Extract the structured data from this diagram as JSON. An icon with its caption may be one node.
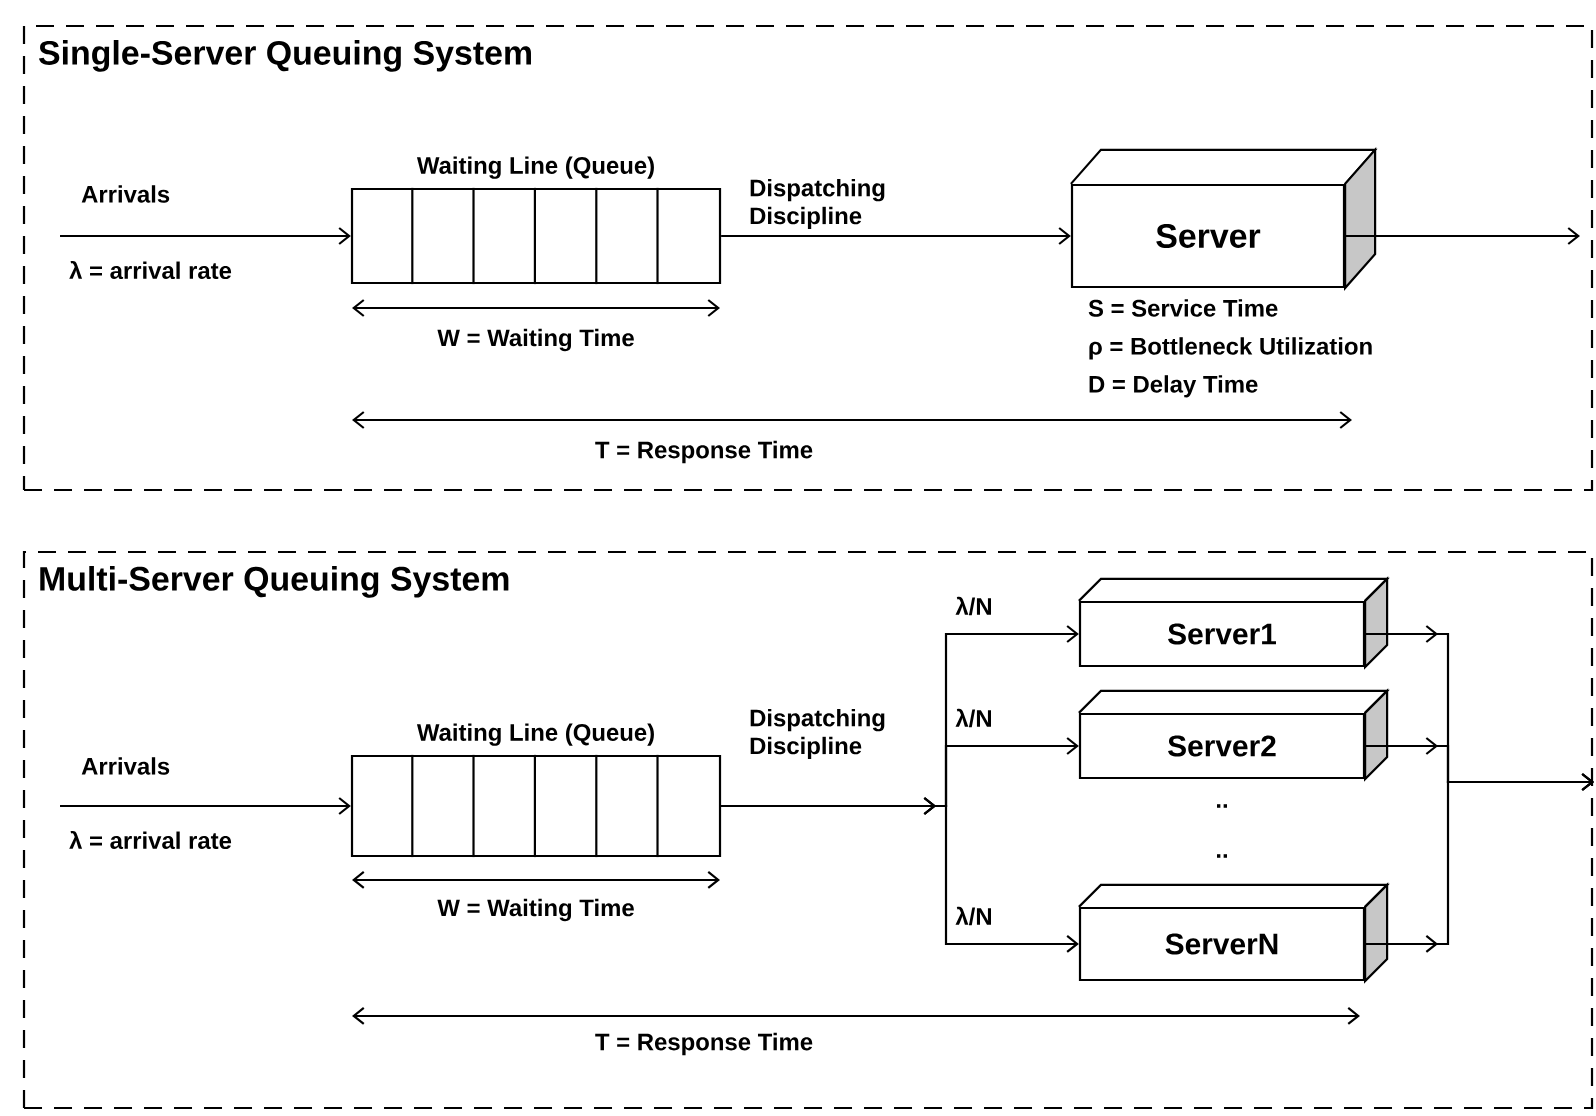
{
  "diagram": {
    "nodes": [
      {
        "text": [
          "Single-Server Queuing System"
        ]
      },
      {
        "text": [
          "Waiting Line (Queue)"
        ],
        "in": 0
      },
      {
        "text": [
          "Server"
        ],
        "in": 0,
        "beside": [
          "S = Service Time",
          "ρ = Bottleneck Utilization",
          "D = Delay Time"
        ]
      },
      {
        "text": [
          "Multi-Server Queuing System"
        ]
      },
      {
        "text": [
          "Waiting Line (Queue)"
        ],
        "in": 3
      },
      {
        "text": [
          "Server1"
        ],
        "in": 3
      },
      {
        "text": [
          "Server2"
        ],
        "in": 3
      },
      {
        "text": [
          "ServerN"
        ],
        "in": 3
      }
    ],
    "edges": [
      {
        "from": null,
        "to": 1,
        "arrow": "to"
      },
      {
        "from": 1,
        "to": 2,
        "arrow": "to"
      },
      {
        "from": 2,
        "to": null,
        "arrow": "to"
      },
      {
        "from": null,
        "to": 4,
        "arrow": "to"
      },
      {
        "from": 4,
        "to": 5,
        "arrow": "to",
        "label": "λ/N"
      },
      {
        "from": 4,
        "to": 6,
        "arrow": "to",
        "label": "λ/N"
      },
      {
        "from": 4,
        "to": 7,
        "arrow": "to",
        "label": "λ/N"
      },
      {
        "from": 5,
        "to": null,
        "arrow": "to"
      },
      {
        "from": 6,
        "to": null,
        "arrow": "to"
      },
      {
        "from": 7,
        "to": null,
        "arrow": "to"
      }
    ],
    "labels": [
      "Arrivals",
      "Dispatching Discipline",
      "λ = arrival rate",
      "W = Waiting Time",
      "T = Response Time",
      "Arrivals",
      "Dispatching Discipline",
      "λ = arrival rate",
      "W = Waiting Time",
      "..",
      "..",
      "T = Response Time"
    ]
  }
}
